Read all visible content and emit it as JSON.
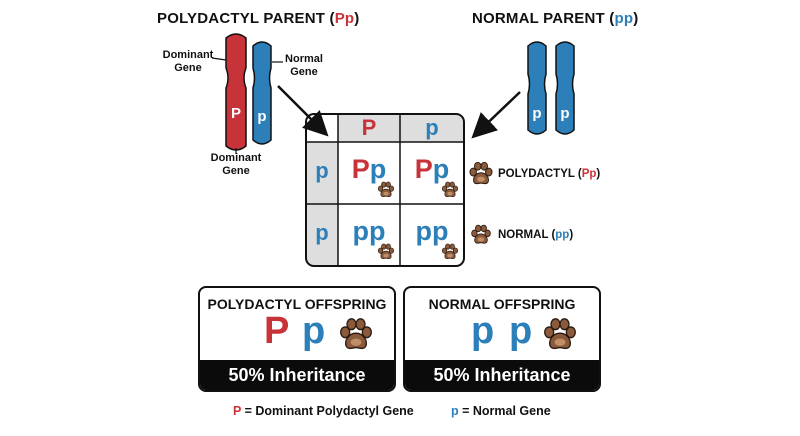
{
  "parents": {
    "polydactyl": {
      "title_prefix": "POLYDACTYL PARENT (",
      "title_genotype": "Pp",
      "title_suffix": ")",
      "allele_dominant": "P",
      "allele_recessive": "p",
      "label_dominant_top": "Dominant Gene",
      "label_normal": "Normal Gene",
      "label_dominant_bottom": "Dominant Gene"
    },
    "normal": {
      "title_prefix": "NORMAL PARENT (",
      "title_genotype": "pp",
      "title_suffix": ")",
      "allele_1": "p",
      "allele_2": "p"
    }
  },
  "punnett": {
    "col_headers": [
      "P",
      "p"
    ],
    "row_headers": [
      "p",
      "p"
    ],
    "cells": [
      [
        "Pp",
        "Pp"
      ],
      [
        "pp",
        "pp"
      ]
    ],
    "phenotypes": [
      {
        "label_prefix": "POLYDACTYL (",
        "genotype": "Pp",
        "label_suffix": ")"
      },
      {
        "label_prefix": "NORMAL (",
        "genotype": "pp",
        "label_suffix": ")"
      }
    ]
  },
  "offspring": [
    {
      "title": "POLYDACTYL OFFSPRING",
      "letter_1": "P",
      "letter_2": "p",
      "band": "50% Inheritance"
    },
    {
      "title": "NORMAL OFFSPRING",
      "letter_1": "p",
      "letter_2": "p",
      "band": "50% Inheritance"
    }
  ],
  "legend": {
    "dominant_symbol": "P",
    "dominant_text": "= Dominant Polydactyl Gene",
    "normal_symbol": "p",
    "normal_text": "= Normal Gene"
  },
  "colors": {
    "dominant": "#c8333a",
    "normal": "#2c7fb8",
    "paw": "#8a5a3b",
    "paw_pad": "#d9a57a"
  },
  "icons": [
    "paw-icon",
    "arrow-icon",
    "chromosome-icon"
  ]
}
